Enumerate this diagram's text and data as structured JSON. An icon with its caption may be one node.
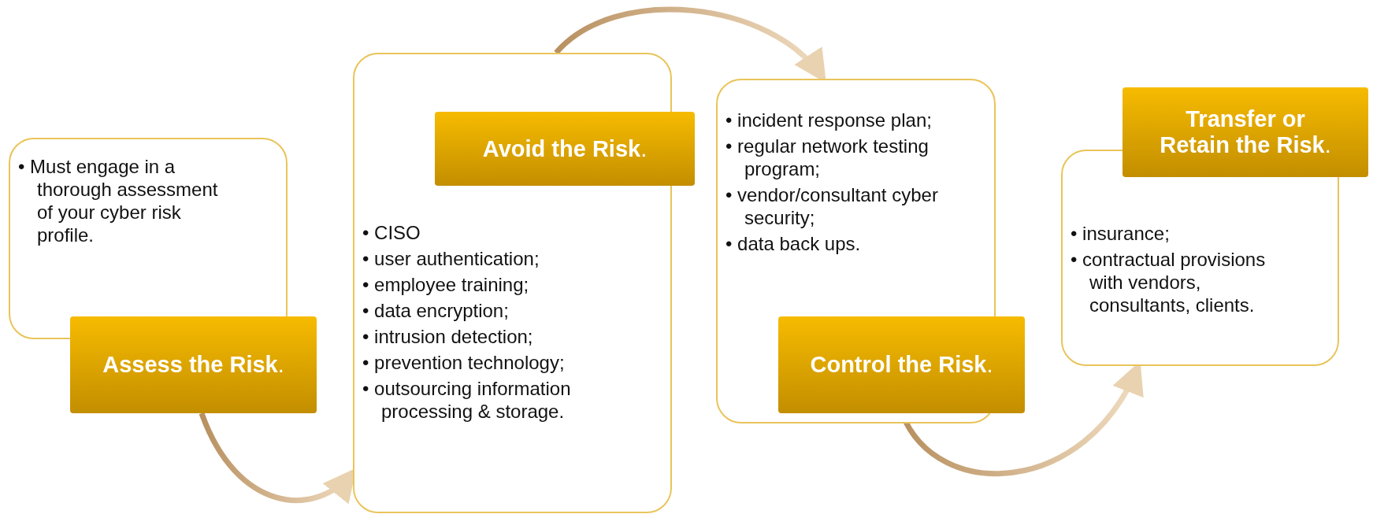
{
  "diagram": {
    "nodes": [
      {
        "text": [
          "• Must engage in a thorough assessment of your cyber risk profile."
        ]
      },
      {
        "text": [
          "**Assess the Risk**."
        ]
      },
      {
        "text": [
          "**Avoid the Risk**."
        ]
      },
      {
        "text": [
          "• CISO",
          "• user authentication;",
          "• employee training;",
          "• data encryption;",
          "• intrusion detection;",
          "• prevention technology;",
          "• outsourcing information processing & storage."
        ]
      },
      {
        "text": [
          "• incident response plan;",
          "• regular network testing program;",
          "• vendor/consultant cyber security;",
          "• data back ups."
        ]
      },
      {
        "text": [
          "**Control the Risk**."
        ]
      },
      {
        "text": [
          "**Transfer or Retain the Risk**."
        ]
      },
      {
        "text": [
          "• insurance;",
          "• contractual provisions with vendors, consultants, clients."
        ]
      }
    ],
    "edges": [
      {
        "from": 1,
        "to": 3,
        "arrow": "to"
      },
      {
        "from": 3,
        "to": 4,
        "arrow": "to"
      },
      {
        "from": 5,
        "to": 7,
        "arrow": "to"
      }
    ]
  }
}
